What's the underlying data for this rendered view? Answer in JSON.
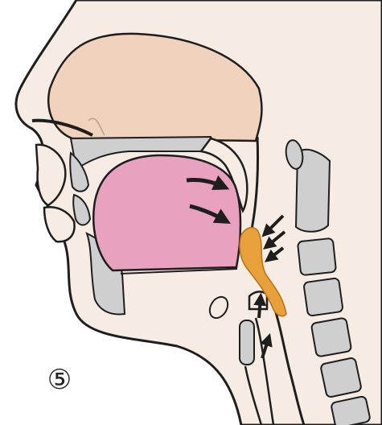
{
  "diagram": {
    "step_label": "⑤",
    "colors": {
      "skin": "#f6ece4",
      "nasal_cavity": "#f1d2bc",
      "tongue": "#e8a2c0",
      "bone": "#cfcfcf",
      "bolus": "#e8a03a",
      "outline": "#1e1e1e"
    },
    "icons": [
      "motion-arrow",
      "pressure-arrow",
      "upward-arrow"
    ]
  }
}
